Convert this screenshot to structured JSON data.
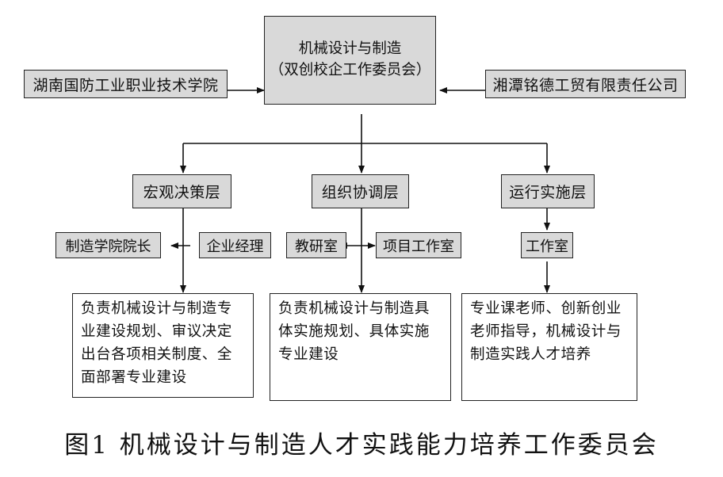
{
  "top_box": {
    "line1": "机械设计与制造",
    "line2": "（双创校企工作委员会）"
  },
  "left_partner": "湖南国防工业职业技术学院",
  "right_partner": "湘潭铭德工贸有限责任公司",
  "layers": {
    "macro": "宏观决策层",
    "coordination": "组织协调层",
    "implementation": "运行实施层"
  },
  "sub_units": {
    "dean": "制造学院院长",
    "manager": "企业经理",
    "teaching": "教研室",
    "project": "项目工作室",
    "studio": "工作室"
  },
  "descriptions": {
    "macro": "负责机械设计与制造专业建设规划、审议决定出台各项相关制度、全面部署专业建设",
    "coordination": "负责机械设计与制造具体实施规划、具体实施专业建设",
    "implementation": "专业课老师、创新创业老师指导，机械设计与制造实践人才培养"
  },
  "caption": "图1 机械设计与制造人才实践能力培养工作委员会"
}
